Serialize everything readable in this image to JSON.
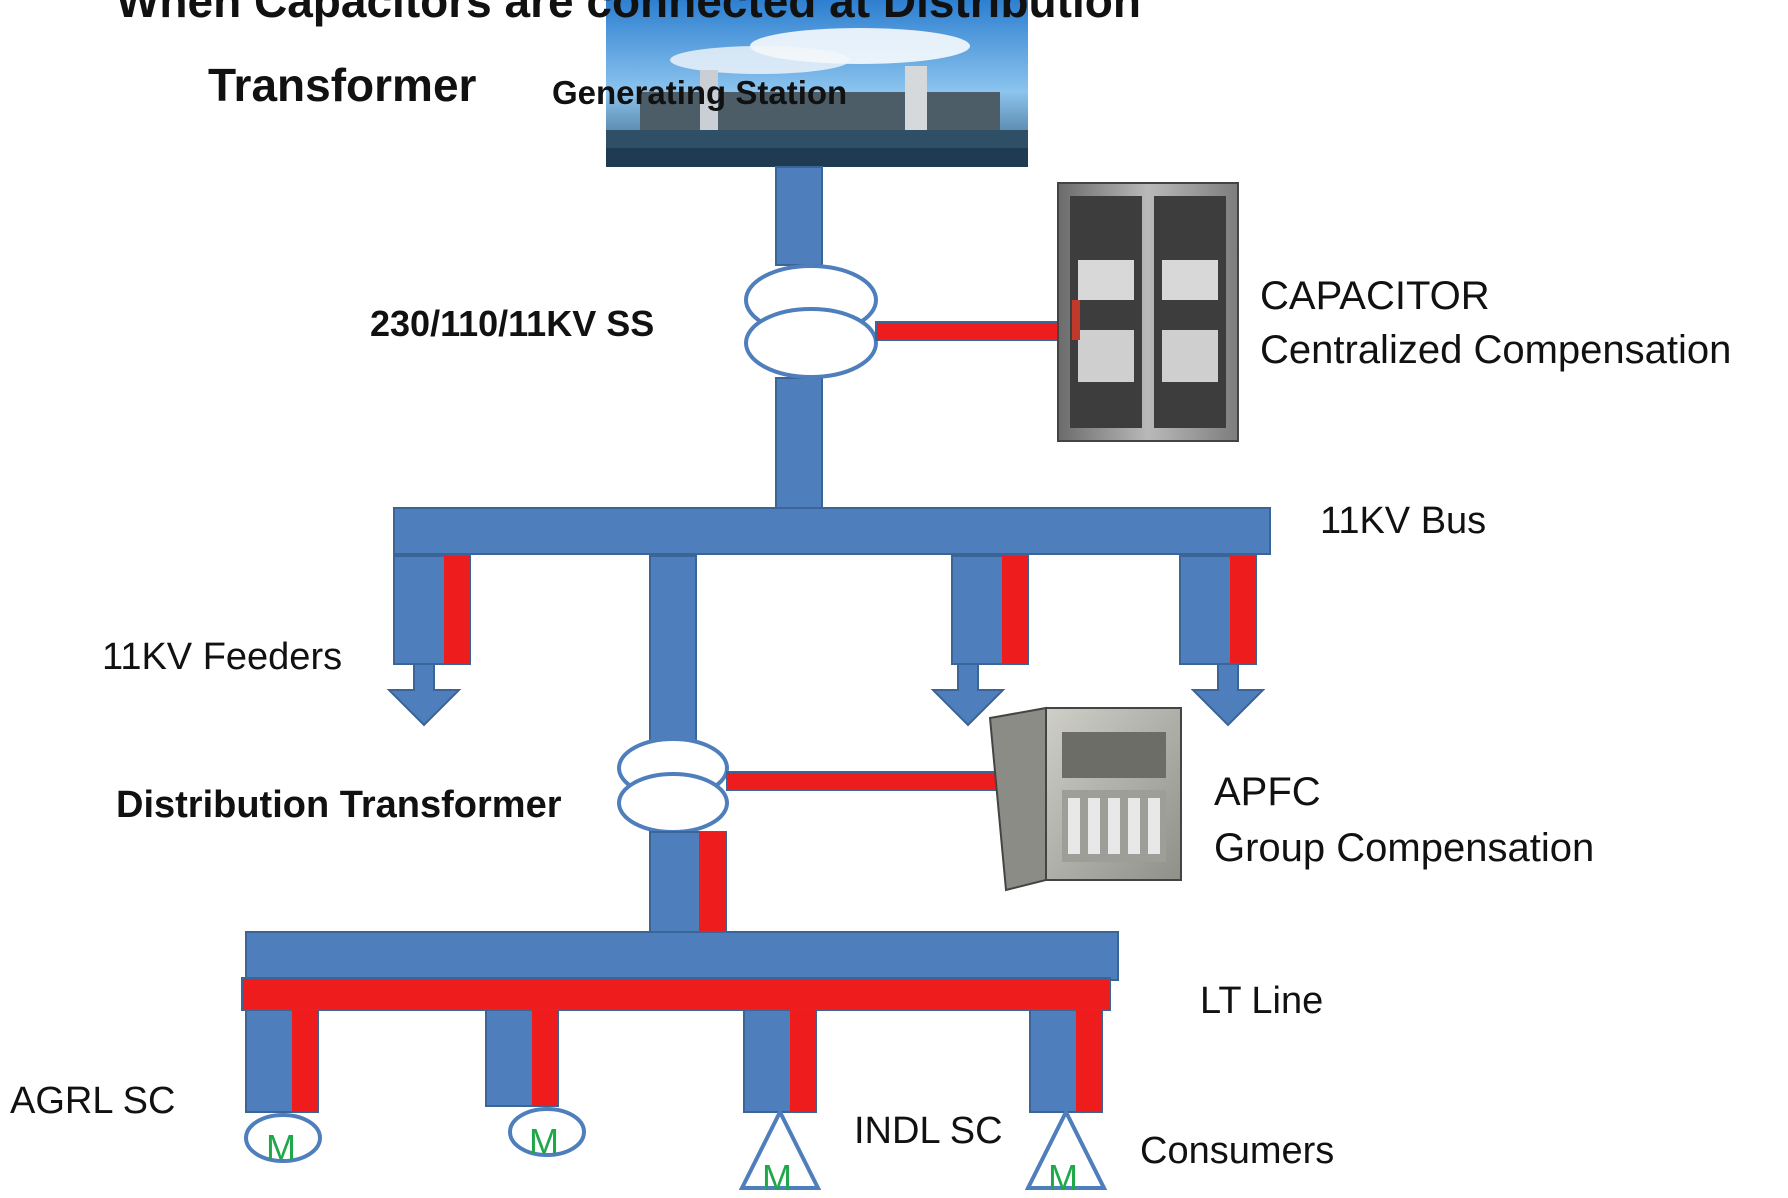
{
  "title": {
    "line1": "When Capacitors are connected at Distribution",
    "line2": "Transformer"
  },
  "labels": {
    "generating_station": "Generating Station",
    "substation": "230/110/11KV SS",
    "capacitor_title": "CAPACITOR",
    "capacitor_subtitle": "Centralized Compensation",
    "bus_11kv": "11KV Bus",
    "feeders_11kv": "11KV Feeders",
    "distribution_transformer": "Distribution Transformer",
    "apfc_title": "APFC",
    "apfc_subtitle": "Group Compensation",
    "lt_line": "LT Line",
    "agrl_sc": "AGRL SC",
    "indl_sc": "INDL SC",
    "consumers": "Consumers"
  },
  "loads": [
    {
      "shape": "oval",
      "letter": "M"
    },
    {
      "shape": "oval",
      "letter": "M"
    },
    {
      "shape": "triangle",
      "letter": "M"
    },
    {
      "shape": "triangle",
      "letter": "M"
    }
  ],
  "colors": {
    "conductor_blue": "#4f7ebc",
    "conductor_edge": "#3b6497",
    "reactive_red": "#ee1c1c",
    "motor_letter": "#1fa84a",
    "text": "#111111"
  }
}
